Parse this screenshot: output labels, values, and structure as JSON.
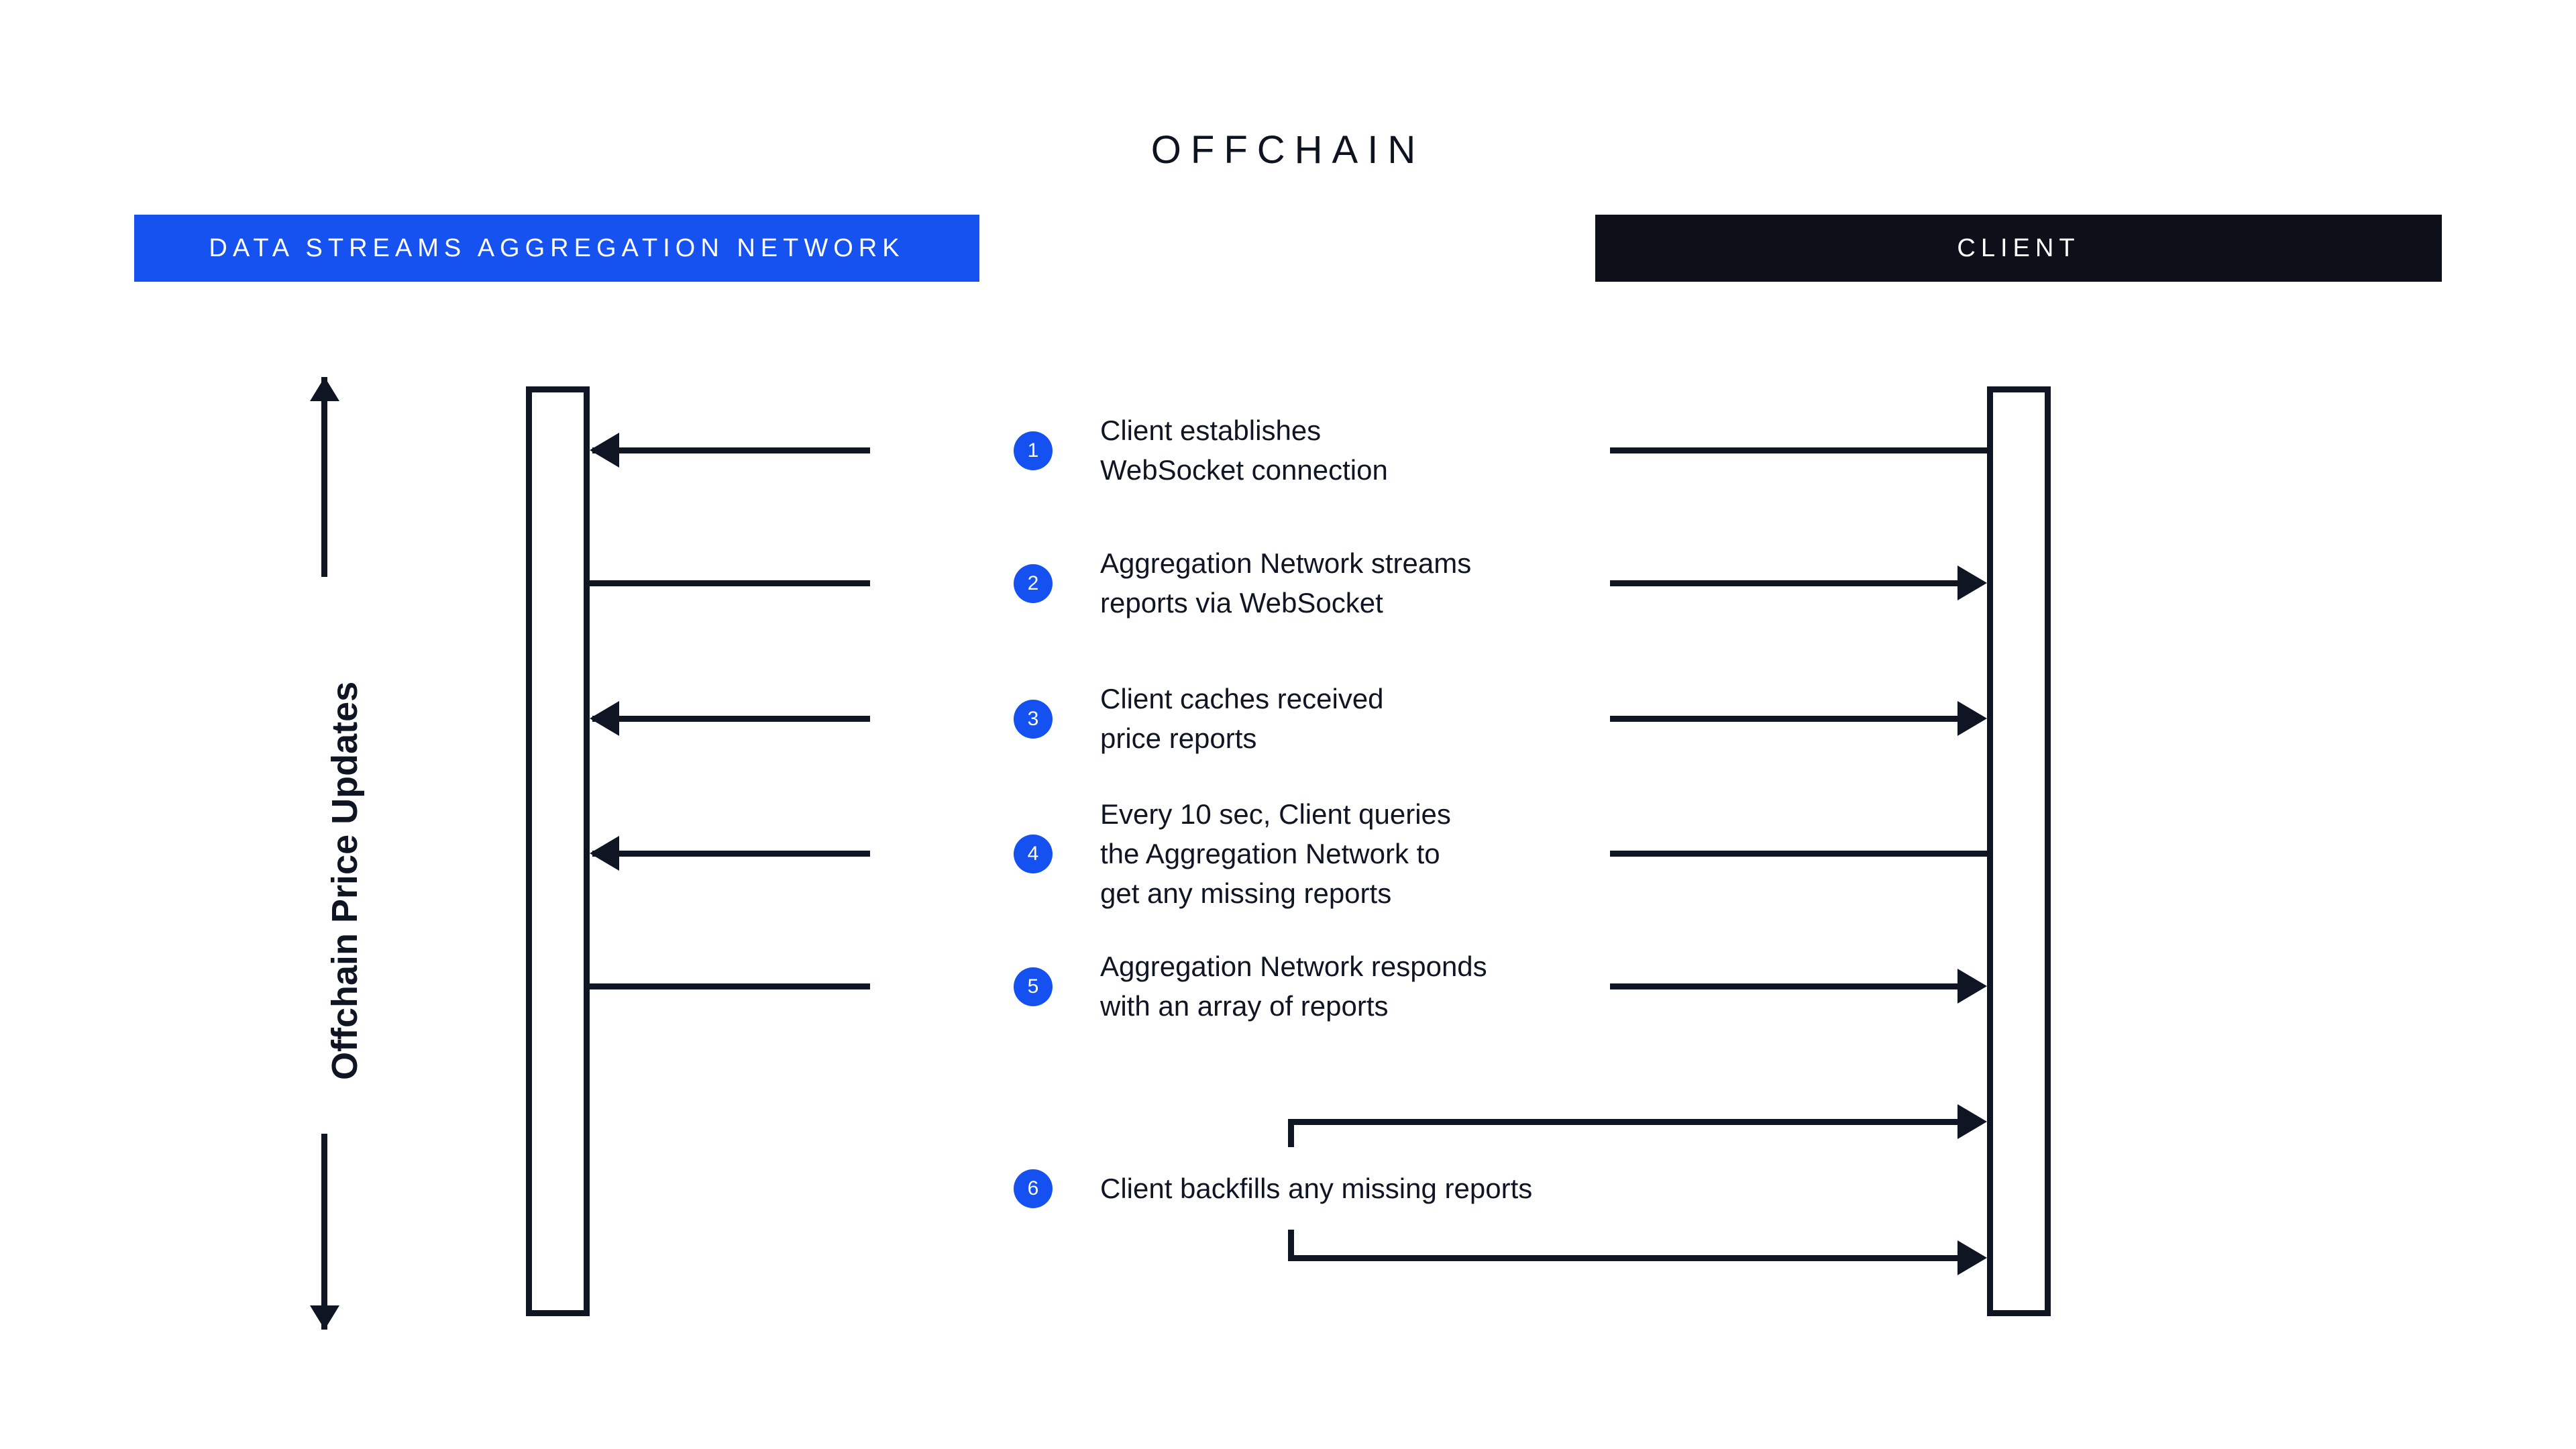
{
  "diagram": {
    "title": "OFFCHAIN",
    "axis_label": "Offchain Price Updates",
    "lanes": [
      {
        "id": "network",
        "label": "DATA STREAMS AGGREGATION NETWORK",
        "color": "#1552F0"
      },
      {
        "id": "client",
        "label": "CLIENT",
        "color": "#0D1019"
      }
    ],
    "accent_color": "#1551F0",
    "ink_color": "#101523",
    "steps": [
      {
        "number": "1",
        "text": "Client establishes\nWebSocket connection",
        "direction": "left"
      },
      {
        "number": "2",
        "text": "Aggregation Network streams\nreports via WebSocket",
        "direction": "right"
      },
      {
        "number": "3",
        "text": "Client caches received\nprice reports",
        "direction": "left"
      },
      {
        "number": "4",
        "text": "Every 10 sec, Client queries\nthe Aggregation Network to\nget any missing reports",
        "direction": "left"
      },
      {
        "number": "5",
        "text": "Aggregation Network responds\nwith an array of reports",
        "direction": "right"
      },
      {
        "number": "6",
        "text": "Client backfills any missing reports",
        "direction": "right"
      }
    ]
  }
}
